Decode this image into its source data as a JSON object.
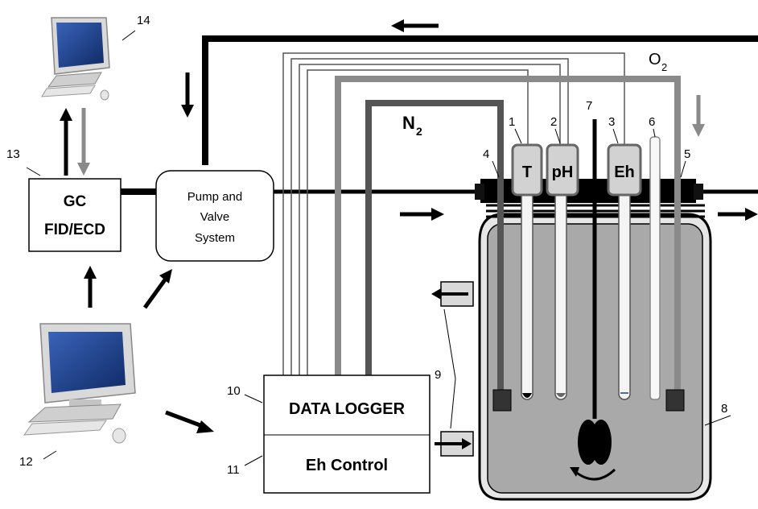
{
  "boxes": {
    "gc_line1": "GC",
    "gc_line2": "FID/ECD",
    "pump_line1": "Pump and",
    "pump_line2": "Valve",
    "pump_line3": "System",
    "data_logger": "DATA LOGGER",
    "eh_control": "Eh Control"
  },
  "gases": {
    "n2_main": "N",
    "n2_sub": "2",
    "o2_main": "O",
    "o2_sub": "2"
  },
  "probes": {
    "t": "T",
    "ph": "pH",
    "eh": "Eh"
  },
  "numbers": {
    "n1": "1",
    "n2": "2",
    "n3": "3",
    "n4": "4",
    "n5": "5",
    "n6": "6",
    "n7": "7",
    "n8": "8",
    "n9": "9",
    "n10": "10",
    "n11": "11",
    "n12": "12",
    "n13": "13",
    "n14": "14"
  },
  "colors": {
    "line_black": "#000000",
    "line_gray": "#8a8a8a",
    "line_dark_gray": "#555555",
    "liquid": "#a9a9a9",
    "vessel_upper": "#e6e6e6",
    "probe_fill": "#d2d2d2",
    "screen_blue": "#1c3f86"
  }
}
